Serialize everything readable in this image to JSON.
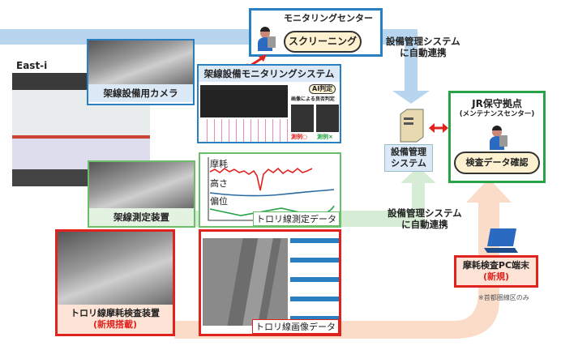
{
  "train": {
    "label": "East-i"
  },
  "camera": {
    "label": "架線設備用カメラ"
  },
  "monitoring_center": {
    "title": "モニタリングセンター",
    "action": "スクリーニング"
  },
  "auto_link_top": {
    "line1": "設備管理システム",
    "line2": "に自動連携"
  },
  "monitoring_system": {
    "title": "架線設備モニタリングシステム",
    "ai_badge": "AI判定",
    "judgement": "画像による良否判定",
    "example_ok": "測例○",
    "example_ng": "測例×"
  },
  "server": {
    "line1": "設備管理",
    "line2": "システム"
  },
  "jr_base": {
    "title": "JR保守拠点",
    "subtitle": "(メンテナンスセンター)",
    "action": "検査データ確認"
  },
  "measurement_chart": {
    "labels": [
      "摩耗",
      "高さ",
      "偏位"
    ],
    "caption": "トロリ線測定データ"
  },
  "measuring_device": {
    "label": "架線測定装置"
  },
  "auto_link_bottom": {
    "line1": "設備管理システム",
    "line2": "に自動連携"
  },
  "pc_terminal": {
    "title": "摩耗検査PC端末",
    "tag": "(新規)",
    "note": "※首都圏線区のみ"
  },
  "wear_device": {
    "title": "トロリ線摩耗検査装置",
    "tag": "(新規搭載)"
  },
  "image_data": {
    "caption": "トロリ線画像データ"
  },
  "colors": {
    "blue": "#2a7fc1",
    "green": "#27a348",
    "red": "#e0231e",
    "flow_blue": "#b7d5ee",
    "flow_green": "#d6ecd4",
    "flow_peach": "#fbdcc8"
  }
}
